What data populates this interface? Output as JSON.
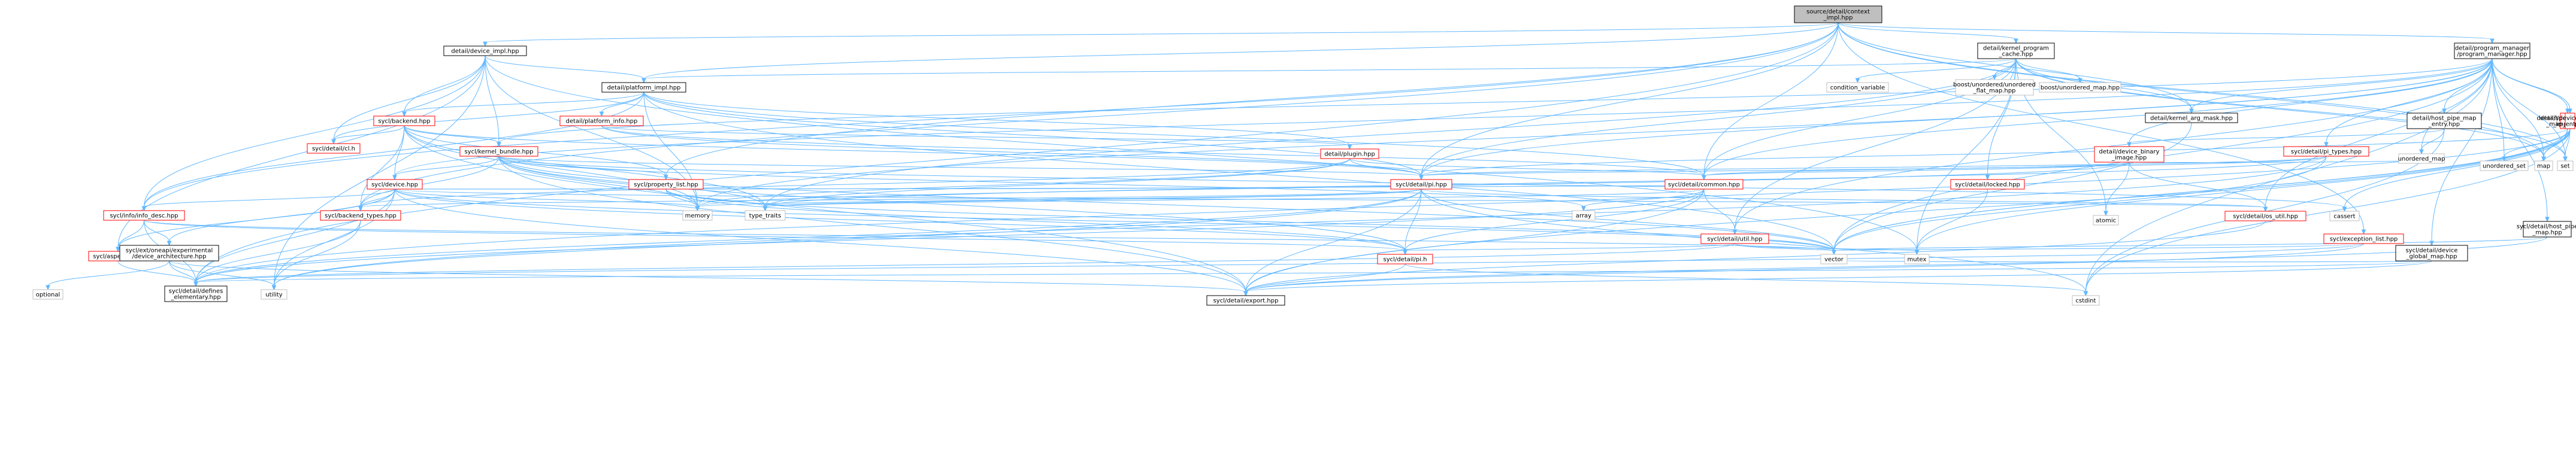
{
  "graph": {
    "nodes": [
      {
        "id": "root",
        "lines": [
          "source/detail/context",
          "_impl.hpp"
        ],
        "style": "root"
      },
      {
        "id": "device_impl",
        "lines": [
          "detail/device_impl.hpp"
        ],
        "style": "black"
      },
      {
        "id": "kernel_program_cache",
        "lines": [
          "detail/kernel_program",
          "_cache.hpp"
        ],
        "style": "black"
      },
      {
        "id": "program_manager",
        "lines": [
          "detail/program_manager",
          "/program_manager.hpp"
        ],
        "style": "black"
      },
      {
        "id": "platform_impl",
        "lines": [
          "detail/platform_impl.hpp"
        ],
        "style": "black"
      },
      {
        "id": "condition_variable",
        "lines": [
          "condition_variable"
        ],
        "style": "gray"
      },
      {
        "id": "unordered_flat_map",
        "lines": [
          "boost/unordered/unordered",
          "_flat_map.hpp"
        ],
        "style": "gray"
      },
      {
        "id": "unordered_map_boost",
        "lines": [
          "boost/unordered_map.hpp"
        ],
        "style": "gray"
      },
      {
        "id": "kernel_arg_mask",
        "lines": [
          "detail/kernel_arg_mask.hpp"
        ],
        "style": "black"
      },
      {
        "id": "host_pipe_map_entry",
        "lines": [
          "detail/host_pipe_map",
          "_entry.hpp"
        ],
        "style": "black"
      },
      {
        "id": "spec_constant_impl",
        "lines": [
          "detail/spec_constant",
          "_impl.hpp"
        ],
        "style": "red"
      },
      {
        "id": "device_global_map_entry",
        "lines": [
          "detail/device_global",
          "_map_entry.hpp"
        ],
        "style": "red"
      },
      {
        "id": "backend_hpp",
        "lines": [
          "sycl/backend.hpp"
        ],
        "style": "red"
      },
      {
        "id": "platform_info",
        "lines": [
          "detail/platform_info.hpp"
        ],
        "style": "red"
      },
      {
        "id": "cl_h",
        "lines": [
          "sycl/detail/cl.h"
        ],
        "style": "red"
      },
      {
        "id": "kernel_bundle",
        "lines": [
          "sycl/kernel_bundle.hpp"
        ],
        "style": "red"
      },
      {
        "id": "plugin_hpp",
        "lines": [
          "detail/plugin.hpp"
        ],
        "style": "red"
      },
      {
        "id": "device_binary_image",
        "lines": [
          "detail/device_binary",
          "_image.hpp"
        ],
        "style": "red"
      },
      {
        "id": "sycl_pi_types",
        "lines": [
          "sycl/detail/pi_types.hpp"
        ],
        "style": "red"
      },
      {
        "id": "device_hpp",
        "lines": [
          "sycl/device.hpp"
        ],
        "style": "red"
      },
      {
        "id": "property_list",
        "lines": [
          "sycl/property_list.hpp"
        ],
        "style": "red"
      },
      {
        "id": "pi_hpp",
        "lines": [
          "sycl/detail/pi.hpp"
        ],
        "style": "red"
      },
      {
        "id": "common_hpp",
        "lines": [
          "sycl/detail/common.hpp"
        ],
        "style": "red"
      },
      {
        "id": "locked_hpp",
        "lines": [
          "sycl/detail/locked.hpp"
        ],
        "style": "red"
      },
      {
        "id": "unordered_map_std",
        "lines": [
          "unordered_map"
        ],
        "style": "gray"
      },
      {
        "id": "atomic",
        "lines": [
          "atomic"
        ],
        "style": "gray"
      },
      {
        "id": "unordered_set",
        "lines": [
          "unordered_set"
        ],
        "style": "gray"
      },
      {
        "id": "map",
        "lines": [
          "map"
        ],
        "style": "gray"
      },
      {
        "id": "set",
        "lines": [
          "set"
        ],
        "style": "gray"
      },
      {
        "id": "host_pipe_map",
        "lines": [
          "sycl/detail/host_pipe",
          "_map.hpp"
        ],
        "style": "black"
      },
      {
        "id": "info_desc",
        "lines": [
          "sycl/info/info_desc.hpp"
        ],
        "style": "red"
      },
      {
        "id": "backend_types",
        "lines": [
          "sycl/backend_types.hpp"
        ],
        "style": "red"
      },
      {
        "id": "type_traits",
        "lines": [
          "type_traits"
        ],
        "style": "gray"
      },
      {
        "id": "array",
        "lines": [
          "array"
        ],
        "style": "gray"
      },
      {
        "id": "memory",
        "lines": [
          "memory"
        ],
        "style": "gray"
      },
      {
        "id": "util_hpp",
        "lines": [
          "sycl/detail/util.hpp"
        ],
        "style": "red"
      },
      {
        "id": "os_util",
        "lines": [
          "sycl/detail/os_util.hpp"
        ],
        "style": "red"
      },
      {
        "id": "cassert",
        "lines": [
          "cassert"
        ],
        "style": "gray"
      },
      {
        "id": "exception_list",
        "lines": [
          "sycl/exception_list.hpp"
        ],
        "style": "red"
      },
      {
        "id": "aspects",
        "lines": [
          "sycl/aspects.hpp"
        ],
        "style": "red"
      },
      {
        "id": "device_architecture",
        "lines": [
          "sycl/ext/oneapi/experimental",
          "/device_architecture.hpp"
        ],
        "style": "black"
      },
      {
        "id": "pi_h",
        "lines": [
          "sycl/detail/pi.h"
        ],
        "style": "red"
      },
      {
        "id": "vector",
        "lines": [
          "vector"
        ],
        "style": "gray"
      },
      {
        "id": "mutex",
        "lines": [
          "mutex"
        ],
        "style": "gray"
      },
      {
        "id": "device_global_map",
        "lines": [
          "sycl/detail/device",
          "_global_map.hpp"
        ],
        "style": "black"
      },
      {
        "id": "optional",
        "lines": [
          "optional"
        ],
        "style": "gray"
      },
      {
        "id": "defines_elementary",
        "lines": [
          "sycl/detail/defines",
          "_elementary.hpp"
        ],
        "style": "black"
      },
      {
        "id": "utility",
        "lines": [
          "utility"
        ],
        "style": "gray"
      },
      {
        "id": "export_hpp",
        "lines": [
          "sycl/detail/export.hpp"
        ],
        "style": "black"
      },
      {
        "id": "cstdint",
        "lines": [
          "cstdint"
        ],
        "style": "gray"
      }
    ],
    "edges": [
      [
        "root",
        "device_impl"
      ],
      [
        "root",
        "kernel_program_cache"
      ],
      [
        "root",
        "program_manager"
      ],
      [
        "root",
        "platform_impl"
      ],
      [
        "root",
        "info_desc"
      ],
      [
        "root",
        "pi_hpp"
      ],
      [
        "root",
        "property_list"
      ],
      [
        "root",
        "common_hpp"
      ],
      [
        "root",
        "set"
      ],
      [
        "root",
        "map"
      ],
      [
        "root",
        "exception_list"
      ],
      [
        "root",
        "defines_elementary"
      ],
      [
        "root",
        "kernel_arg_mask"
      ],
      [
        "root",
        "backend_types"
      ],
      [
        "device_impl",
        "platform_impl"
      ],
      [
        "device_impl",
        "cl_h"
      ],
      [
        "device_impl",
        "backend_hpp"
      ],
      [
        "device_impl",
        "kernel_bundle"
      ],
      [
        "device_impl",
        "aspects"
      ],
      [
        "device_impl",
        "info_desc"
      ],
      [
        "device_impl",
        "memory"
      ],
      [
        "device_impl",
        "mutex"
      ],
      [
        "device_impl",
        "utility"
      ],
      [
        "kernel_program_cache",
        "platform_impl"
      ],
      [
        "kernel_program_cache",
        "condition_variable"
      ],
      [
        "kernel_program_cache",
        "unordered_flat_map"
      ],
      [
        "kernel_program_cache",
        "unordered_map_boost"
      ],
      [
        "kernel_program_cache",
        "locked_hpp"
      ],
      [
        "kernel_program_cache",
        "common_hpp"
      ],
      [
        "kernel_program_cache",
        "pi_hpp"
      ],
      [
        "kernel_program_cache",
        "util_hpp"
      ],
      [
        "kernel_program_cache",
        "atomic"
      ],
      [
        "kernel_program_cache",
        "type_traits"
      ],
      [
        "kernel_program_cache",
        "kernel_arg_mask"
      ],
      [
        "kernel_program_cache",
        "mutex"
      ],
      [
        "kernel_program_cache",
        "set"
      ],
      [
        "kernel_program_cache",
        "map"
      ],
      [
        "program_manager",
        "kernel_arg_mask"
      ],
      [
        "program_manager",
        "host_pipe_map_entry"
      ],
      [
        "program_manager",
        "spec_constant_impl"
      ],
      [
        "program_manager",
        "device_global_map_entry"
      ],
      [
        "program_manager",
        "device_binary_image"
      ],
      [
        "program_manager",
        "sycl_pi_types"
      ],
      [
        "program_manager",
        "kernel_bundle"
      ],
      [
        "program_manager",
        "device_hpp"
      ],
      [
        "program_manager",
        "pi_hpp"
      ],
      [
        "program_manager",
        "common_hpp"
      ],
      [
        "program_manager",
        "os_util"
      ],
      [
        "program_manager",
        "util_hpp"
      ],
      [
        "program_manager",
        "device_global_map"
      ],
      [
        "program_manager",
        "host_pipe_map"
      ],
      [
        "program_manager",
        "unordered_map_std"
      ],
      [
        "program_manager",
        "unordered_set"
      ],
      [
        "program_manager",
        "map"
      ],
      [
        "program_manager",
        "set"
      ],
      [
        "program_manager",
        "vector"
      ],
      [
        "program_manager",
        "memory"
      ],
      [
        "program_manager",
        "cstdint"
      ],
      [
        "platform_impl",
        "backend_hpp"
      ],
      [
        "platform_impl",
        "platform_info"
      ],
      [
        "platform_impl",
        "plugin_hpp"
      ],
      [
        "platform_impl",
        "cl_h"
      ],
      [
        "platform_impl",
        "common_hpp"
      ],
      [
        "platform_impl",
        "pi_hpp"
      ],
      [
        "platform_impl",
        "info_desc"
      ],
      [
        "platform_impl",
        "memory"
      ],
      [
        "platform_impl",
        "vector"
      ],
      [
        "backend_hpp",
        "kernel_bundle"
      ],
      [
        "backend_hpp",
        "device_hpp"
      ],
      [
        "backend_hpp",
        "backend_types"
      ],
      [
        "backend_hpp",
        "cl_h"
      ],
      [
        "backend_hpp",
        "pi_hpp"
      ],
      [
        "backend_hpp",
        "property_list"
      ],
      [
        "backend_hpp",
        "type_traits"
      ],
      [
        "backend_hpp",
        "memory"
      ],
      [
        "backend_hpp",
        "export_hpp"
      ],
      [
        "platform_info",
        "plugin_hpp"
      ],
      [
        "platform_info",
        "common_hpp"
      ],
      [
        "platform_info",
        "pi_hpp"
      ],
      [
        "kernel_bundle",
        "device_hpp"
      ],
      [
        "kernel_bundle",
        "backend_types"
      ],
      [
        "kernel_bundle",
        "pi_hpp"
      ],
      [
        "kernel_bundle",
        "property_list"
      ],
      [
        "kernel_bundle",
        "array"
      ],
      [
        "kernel_bundle",
        "memory"
      ],
      [
        "kernel_bundle",
        "type_traits"
      ],
      [
        "kernel_bundle",
        "vector"
      ],
      [
        "kernel_bundle",
        "export_hpp"
      ],
      [
        "kernel_bundle",
        "pi_h"
      ],
      [
        "kernel_bundle",
        "cassert"
      ],
      [
        "plugin_hpp",
        "pi_hpp"
      ],
      [
        "plugin_hpp",
        "common_hpp"
      ],
      [
        "plugin_hpp",
        "backend_types"
      ],
      [
        "plugin_hpp",
        "memory"
      ],
      [
        "plugin_hpp",
        "type_traits"
      ],
      [
        "kernel_arg_mask",
        "vector"
      ],
      [
        "host_pipe_map_entry",
        "device_binary_image"
      ],
      [
        "host_pipe_map_entry",
        "unordered_map_std"
      ],
      [
        "host_pipe_map_entry",
        "cstdint"
      ],
      [
        "spec_constant_impl",
        "pi_hpp"
      ],
      [
        "spec_constant_impl",
        "vector"
      ],
      [
        "spec_constant_impl",
        "map"
      ],
      [
        "device_global_map_entry",
        "cassert"
      ],
      [
        "device_global_map_entry",
        "unordered_set"
      ],
      [
        "device_global_map_entry",
        "map"
      ],
      [
        "device_global_map_entry",
        "set"
      ],
      [
        "device_global_map_entry",
        "mutex"
      ],
      [
        "device_global_map_entry",
        "vector"
      ],
      [
        "device_global_map_entry",
        "export_hpp"
      ],
      [
        "device_global_map_entry",
        "defines_elementary"
      ],
      [
        "device_global_map_entry",
        "cstdint"
      ],
      [
        "device_binary_image",
        "pi_hpp"
      ],
      [
        "device_binary_image",
        "common_hpp"
      ],
      [
        "device_binary_image",
        "os_util"
      ],
      [
        "device_binary_image",
        "atomic"
      ],
      [
        "device_binary_image",
        "unordered_map_std"
      ],
      [
        "device_binary_image",
        "memory"
      ],
      [
        "sycl_pi_types",
        "pi_hpp"
      ],
      [
        "sycl_pi_types",
        "common_hpp"
      ],
      [
        "sycl_pi_types",
        "type_traits"
      ],
      [
        "sycl_pi_types",
        "utility"
      ],
      [
        "sycl_pi_types",
        "vector"
      ],
      [
        "device_hpp",
        "backend_types"
      ],
      [
        "device_hpp",
        "info_desc"
      ],
      [
        "device_hpp",
        "aspects"
      ],
      [
        "device_hpp",
        "pi_hpp"
      ],
      [
        "device_hpp",
        "device_architecture"
      ],
      [
        "device_hpp",
        "memory"
      ],
      [
        "device_hpp",
        "utility"
      ],
      [
        "device_hpp",
        "export_hpp"
      ],
      [
        "device_hpp",
        "pi_h"
      ],
      [
        "device_hpp",
        "defines_elementary"
      ],
      [
        "device_hpp",
        "vector"
      ],
      [
        "device_hpp",
        "common_hpp"
      ],
      [
        "device_hpp",
        "os_util"
      ],
      [
        "property_list",
        "pi_h"
      ],
      [
        "property_list",
        "type_traits"
      ],
      [
        "property_list",
        "vector"
      ],
      [
        "property_list",
        "memory"
      ],
      [
        "pi_hpp",
        "backend_types"
      ],
      [
        "pi_hpp",
        "os_util"
      ],
      [
        "pi_hpp",
        "pi_h"
      ],
      [
        "pi_hpp",
        "export_hpp"
      ],
      [
        "pi_hpp",
        "memory"
      ],
      [
        "pi_hpp",
        "type_traits"
      ],
      [
        "pi_hpp",
        "vector"
      ],
      [
        "pi_hpp",
        "cstdint"
      ],
      [
        "pi_hpp",
        "defines_elementary"
      ],
      [
        "pi_hpp",
        "utility"
      ],
      [
        "common_hpp",
        "util_hpp"
      ],
      [
        "common_hpp",
        "pi_h"
      ],
      [
        "common_hpp",
        "array"
      ],
      [
        "common_hpp",
        "type_traits"
      ],
      [
        "common_hpp",
        "export_hpp"
      ],
      [
        "common_hpp",
        "defines_elementary"
      ],
      [
        "locked_hpp",
        "mutex"
      ],
      [
        "host_pipe_map",
        "export_hpp"
      ],
      [
        "host_pipe_map",
        "vector"
      ],
      [
        "info_desc",
        "aspects"
      ],
      [
        "info_desc",
        "device_architecture"
      ],
      [
        "info_desc",
        "pi_h"
      ],
      [
        "info_desc",
        "vector"
      ],
      [
        "info_desc",
        "defines_elementary"
      ],
      [
        "backend_types",
        "defines_elementary"
      ],
      [
        "backend_types",
        "utility"
      ],
      [
        "util_hpp",
        "mutex"
      ],
      [
        "util_hpp",
        "vector"
      ],
      [
        "util_hpp",
        "pi_h"
      ],
      [
        "util_hpp",
        "defines_elementary"
      ],
      [
        "os_util",
        "export_hpp"
      ],
      [
        "exception_list",
        "export_hpp"
      ],
      [
        "exception_list",
        "vector"
      ],
      [
        "exception_list",
        "defines_elementary"
      ],
      [
        "aspects",
        "defines_elementary"
      ],
      [
        "device_architecture",
        "defines_elementary"
      ],
      [
        "device_architecture",
        "optional"
      ],
      [
        "device_architecture",
        "utility"
      ],
      [
        "device_architecture",
        "export_hpp"
      ],
      [
        "pi_h",
        "export_hpp"
      ],
      [
        "pi_h",
        "cstdint"
      ],
      [
        "device_global_map",
        "export_hpp"
      ],
      [
        "device_global_map",
        "vector"
      ],
      [
        "device_global_map",
        "defines_elementary"
      ]
    ]
  }
}
